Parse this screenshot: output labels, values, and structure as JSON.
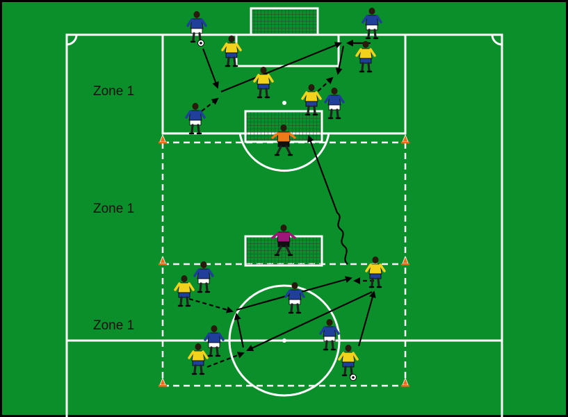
{
  "zones": [
    {
      "label": "Zone 1"
    },
    {
      "label": "Zone 1"
    },
    {
      "label": "Zone 1"
    }
  ],
  "colors": {
    "background": "#000000",
    "pitch": "#0a8f2a",
    "lines": "#ffffff",
    "blue_team": "#1f3f9a",
    "yellow_team": "#f2d21b",
    "goalkeeper_top": "#f07a18",
    "goalkeeper_mid": "#a0157a",
    "cone": "#f06a1a",
    "arrows": "#000000"
  },
  "icons": [
    "player-blue-icon",
    "player-yellow-icon",
    "goalkeeper-icon",
    "ball-icon",
    "cone-icon",
    "goal-icon"
  ]
}
